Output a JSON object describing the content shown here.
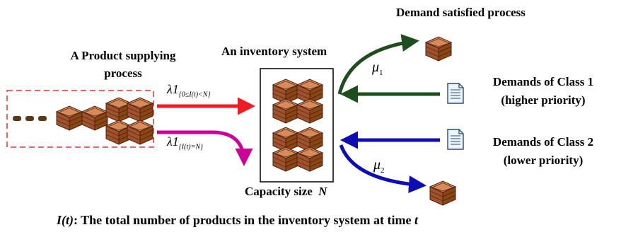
{
  "labels": {
    "supply_line1": "A Product supplying",
    "supply_line2": "process",
    "inventory_title": "An inventory system",
    "demand_satisfied": "Demand satisfied process",
    "class1_line1": "Demands of Class 1",
    "class1_line2": "(higher priority)",
    "class2_line1": "Demands of Class 2",
    "class2_line2": "(lower priority)",
    "capacity_text": "Capacity size",
    "capacity_symbol": "N",
    "footer_lead": "I(t)",
    "footer_rest": ": The total number of products in the inventory system at time",
    "footer_t": "t"
  },
  "rates": {
    "lambda": "λ1",
    "supply_cond_top": "{0≤I(t)<N}",
    "supply_cond_bottom": "{I(t)=N}",
    "mu": "μ",
    "mu1_sub": "1",
    "mu2_sub": "2"
  },
  "colors": {
    "supply_arrow": "#ee1c25",
    "blocked_arrow": "#cc0099",
    "class1_arrow": "#1e4d1e",
    "class2_arrow": "#0d0db3",
    "dashed_box": "#e53030",
    "dots": "#5a3a14",
    "box_wood": "#a0522d"
  }
}
